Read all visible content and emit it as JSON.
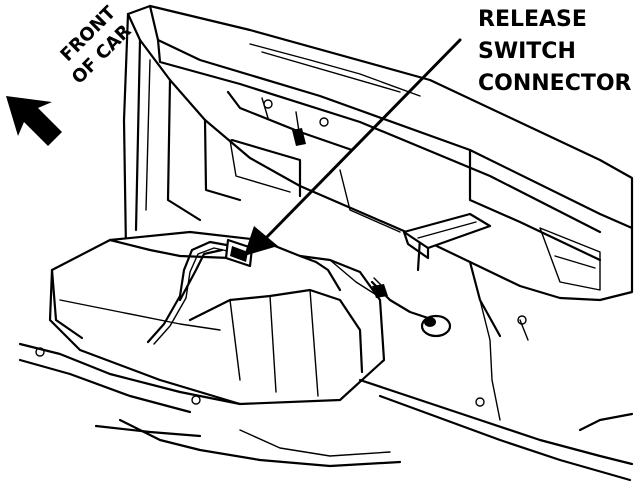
{
  "callout": {
    "line1": "RELEASE",
    "line2": "SWITCH",
    "line3": "CONNECTOR"
  },
  "direction": {
    "line1": "FRONT",
    "line2": "OF CAR",
    "arrow_icon": "arrow-left-down-icon"
  },
  "colors": {
    "ink": "#000000",
    "paper": "#ffffff"
  }
}
